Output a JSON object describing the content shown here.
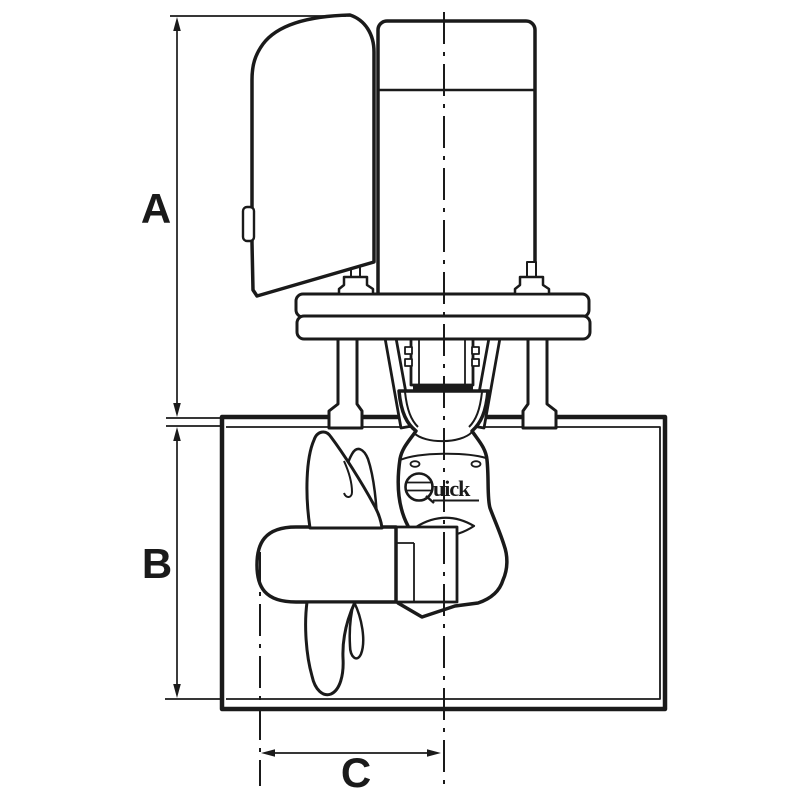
{
  "page": {
    "background_color": "#ffffff",
    "line_color": "#1a1a1a",
    "description_of_view": "technical side-view line drawing"
  },
  "figure": {
    "subject": "bow thruster with tunnel, motor, cover and propeller",
    "dimension_labels": {
      "a": "A",
      "b": "B",
      "c": "C"
    },
    "logo": {
      "full": "Quick",
      "q_mark": "Q",
      "rest": "uick"
    }
  }
}
